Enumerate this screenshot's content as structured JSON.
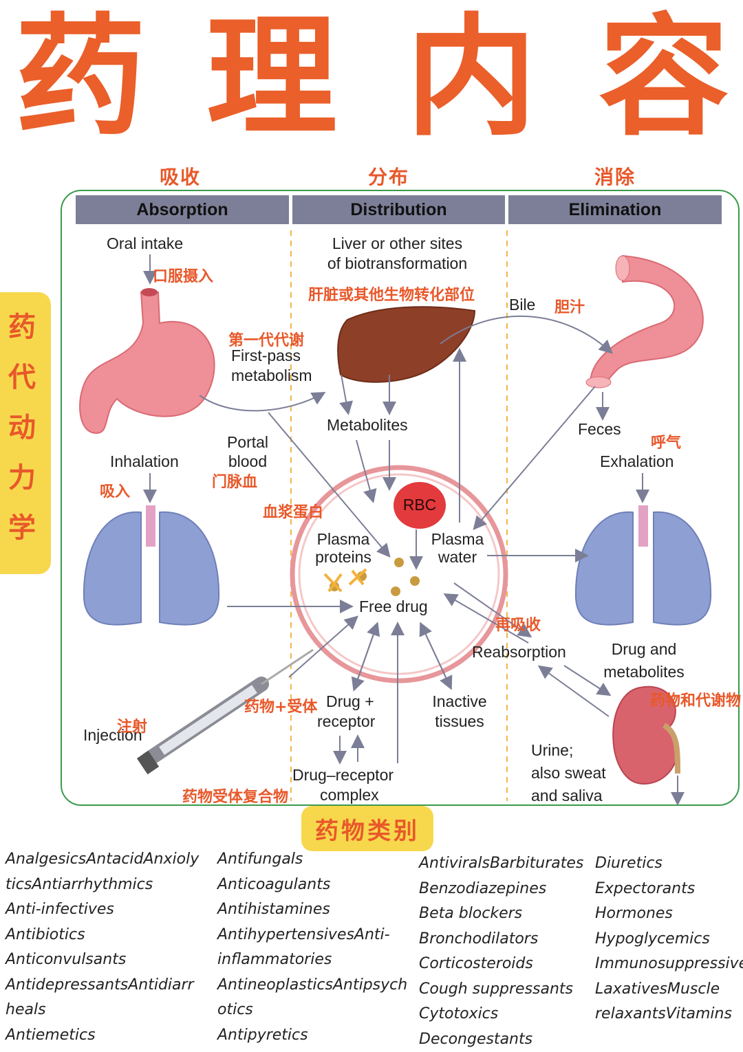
{
  "title": [
    "药",
    "理",
    "内",
    "容"
  ],
  "side_label": "药代动力学",
  "stage_labels_cn": {
    "absorption": "吸收",
    "distribution": "分布",
    "elimination": "消除"
  },
  "headers": {
    "absorption": "Absorption",
    "distribution": "Distribution",
    "elimination": "Elimination"
  },
  "labels_en": {
    "oral_intake": "Oral intake",
    "liver_1": "Liver or other sites",
    "liver_2": "of biotransformation",
    "bile": "Bile",
    "first_pass_1": "First-pass",
    "first_pass_2": "metabolism",
    "metabolites": "Metabolites",
    "portal_1": "Portal",
    "portal_2": "blood",
    "inhalation": "Inhalation",
    "feces": "Feces",
    "exhalation": "Exhalation",
    "rbc": "RBC",
    "plasma_proteins_1": "Plasma",
    "plasma_proteins_2": "proteins",
    "plasma_water_1": "Plasma",
    "plasma_water_2": "water",
    "free_drug": "Free drug",
    "reabsorption": "Reabsorption",
    "drug_metab_1": "Drug and",
    "drug_metab_2": "metabolites",
    "drug_receptor_1": "Drug +",
    "drug_receptor_2": "receptor",
    "inactive_1": "Inactive",
    "inactive_2": "tissues",
    "injection": "Injection",
    "complex_1": "Drug–receptor",
    "complex_2": "complex",
    "urine_1": "Urine;",
    "urine_2": "also sweat",
    "urine_3": "and saliva"
  },
  "labels_cn": {
    "oral_intake": "口服摄入",
    "liver": "肝脏或其他生物转化部位",
    "bile": "胆汁",
    "first_pass": "第一代代谢",
    "portal": "门脉血",
    "inhalation": "吸入",
    "exhalation": "呼气",
    "plasma_proteins": "血浆蛋白",
    "reabsorption": "再吸收",
    "drug_metab": "药物和代谢物",
    "drug_receptor": "药物+受体",
    "injection": "注射",
    "complex": "药物受体复合物"
  },
  "categories_title": "药物类别",
  "categories": [
    [
      "AnalgesicsAntacidAnxioly",
      "ticsAntiarrhythmics",
      "Anti-infectives",
      "Antibiotics",
      "Anticonvulsants",
      "AntidepressantsAntidiarr",
      "heals",
      "Antiemetics"
    ],
    [
      "Antifungals",
      "Anticoagulants",
      "Antihistamines",
      "AntihypertensivesAnti-",
      "inflammatories",
      "AntineoplasticsAntipsych",
      "otics",
      "Antipyretics"
    ],
    [
      "AntiviralsBarbiturates",
      "Benzodiazepines",
      "Beta blockers",
      "Bronchodilators",
      "Corticosteroids",
      "Cough suppressants",
      "Cytotoxics",
      "Decongestants"
    ],
    [
      "Diuretics",
      "Expectorants",
      "Hormones",
      "Hypoglycemics",
      "Immunosuppressives",
      "LaxativesMuscle",
      "relaxantsVitamins"
    ]
  ],
  "colors": {
    "title": "#ea5f2a",
    "accent_yellow": "#f7d84d",
    "frame_green": "#3a9a4a",
    "header_gray": "#7d7f98"
  }
}
